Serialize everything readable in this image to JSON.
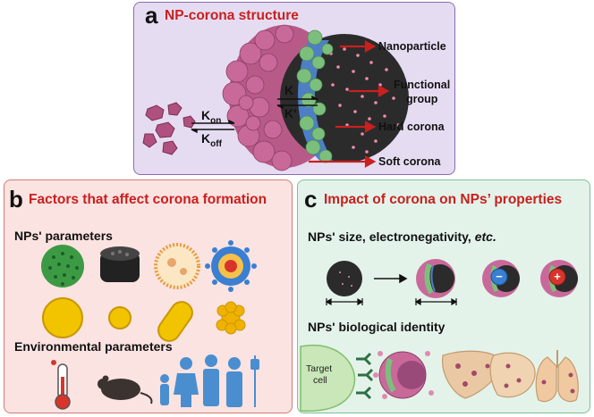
{
  "panel_a": {
    "letter": "a",
    "title": "NP-corona structure",
    "labels": {
      "nanoparticle": "Nanoparticle",
      "functional_group_line1": "Functional",
      "functional_group_line2": "group",
      "hard_corona": "Hard corona",
      "soft_corona": "Soft corona"
    },
    "rates": {
      "k": "K",
      "k_prime": "K'",
      "k_on_base": "K",
      "k_on_sub": "on",
      "k_off_base": "K",
      "k_off_sub": "off"
    }
  },
  "panel_b": {
    "letter": "b",
    "title": "Factors that affect corona formation",
    "np_parameters": "NPs' parameters",
    "environmental_parameters": "Environmental parameters"
  },
  "panel_c": {
    "letter": "c",
    "title": "Impact of corona on NPs’ properties",
    "size_label_main": "NPs' size, electronegativity, ",
    "size_label_etc": "etc.",
    "identity_label": "NPs' biological identity",
    "target_cell_line1": "Target",
    "target_cell_line2": "cell",
    "minus_sign": "−",
    "plus_sign": "+"
  },
  "colors": {
    "title_red": "#c8201e",
    "arrow_red": "#c8201e",
    "panel_a_bg": "#e6dcf2",
    "panel_b_bg": "#fbe3e1",
    "panel_c_bg": "#e4f3ea",
    "protein_pink": "#b0507e",
    "hard_corona_green": "#7cbf7c",
    "hard_corona_blue": "#4d7fc7"
  }
}
